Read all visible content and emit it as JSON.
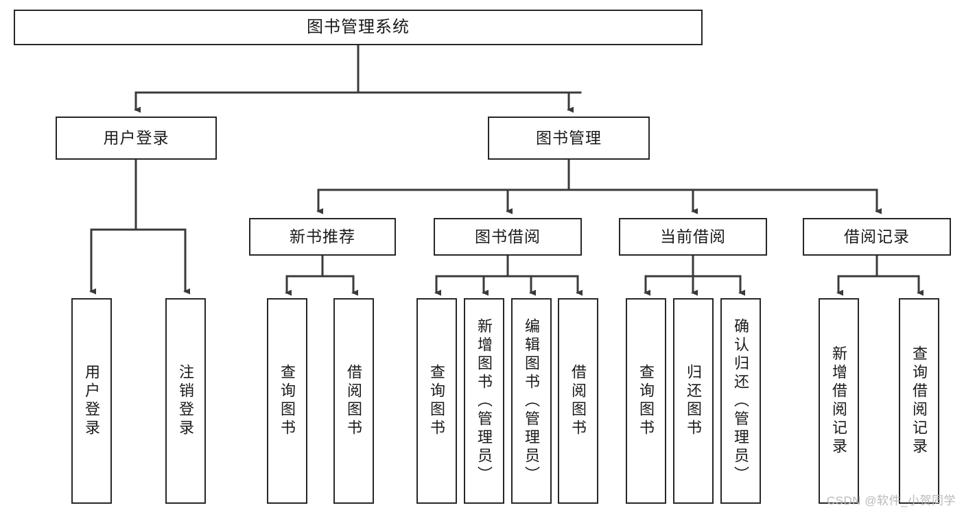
{
  "diagram": {
    "type": "tree",
    "title": "图书管理系统",
    "colors": {
      "box_border": "#262626",
      "box_fill": "#ffffff",
      "edge": "#3a3a3a",
      "text": "#1a1a1a",
      "watermark": "#b9b9b9",
      "background": "#ffffff"
    },
    "watermark": "CSDN @软件_小贺同学"
  },
  "nodes": {
    "root": {
      "label": "图书管理系统"
    },
    "level2": [
      {
        "id": "user-login",
        "label": "用户登录"
      },
      {
        "id": "book-manage",
        "label": "图书管理"
      }
    ],
    "level3": [
      {
        "id": "new-book-recommend",
        "label": "新书推荐"
      },
      {
        "id": "book-borrow",
        "label": "图书借阅"
      },
      {
        "id": "current-borrow",
        "label": "当前借阅"
      },
      {
        "id": "borrow-record",
        "label": "借阅记录"
      }
    ],
    "leaves": {
      "user_login": [
        {
          "id": "leaf-user-login",
          "label": "用户登录"
        },
        {
          "id": "leaf-logout-login",
          "label": "注销登录"
        }
      ],
      "new_book_recommend": [
        {
          "id": "leaf-query-book-1",
          "label": "查询图书"
        },
        {
          "id": "leaf-borrow-book-1",
          "label": "借阅图书"
        }
      ],
      "book_borrow": [
        {
          "id": "leaf-query-book-2",
          "label": "查询图书"
        },
        {
          "id": "leaf-add-book",
          "label": "新增图书（管理员）"
        },
        {
          "id": "leaf-edit-book",
          "label": "编辑图书（管理员）"
        },
        {
          "id": "leaf-borrow-book-2",
          "label": "借阅图书"
        }
      ],
      "current_borrow": [
        {
          "id": "leaf-query-book-3",
          "label": "查询图书"
        },
        {
          "id": "leaf-return-book",
          "label": "归还图书"
        },
        {
          "id": "leaf-confirm-return",
          "label": "确认归还（管理员）"
        }
      ],
      "borrow_record": [
        {
          "id": "leaf-add-record",
          "label": "新增借阅记录"
        },
        {
          "id": "leaf-query-record",
          "label": "查询借阅记录"
        }
      ]
    }
  }
}
